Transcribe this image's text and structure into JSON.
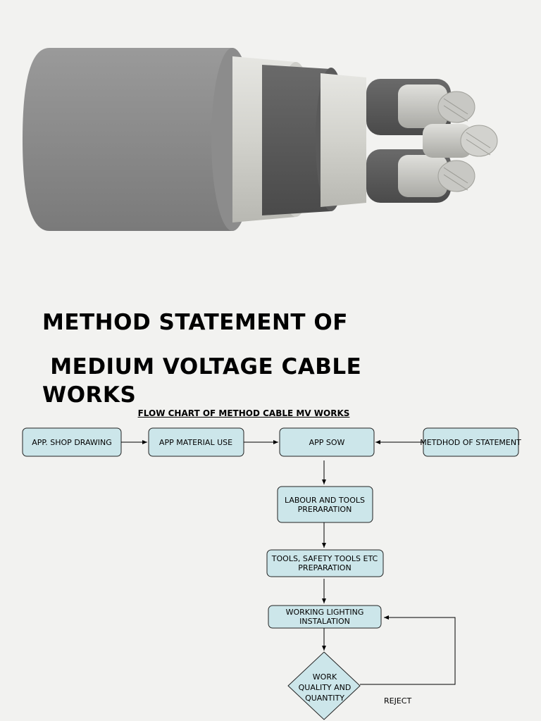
{
  "document": {
    "title_line1": "METHOD STATEMENT OF",
    "title_line2": " MEDIUM VOLTAGE CABLE",
    "title_line3": "WORKS"
  },
  "flowchart": {
    "title": "FLOW CHART OF METHOD CABLE MV  WORKS",
    "nodes": {
      "shop_drawing": "APP. SHOP DRAWING",
      "material_use": "APP MATERIAL USE",
      "app_sow": "APP SOW",
      "method_statement": "METDHOD OF STATEMENT",
      "labour_tools": [
        "LABOUR AND TOOLS",
        "PRERARATION"
      ],
      "safety_tools": [
        "TOOLS, SAFETY TOOLS ETC",
        "PREPARATION"
      ],
      "working_lighting": [
        "WORKING  LIGHTING",
        "INSTALATION"
      ],
      "work_quality": [
        "WORK",
        "QUALITY AND",
        "QUANTITY"
      ]
    },
    "reject_label": "REJECT"
  },
  "colors": {
    "box_fill": "#cce6ea",
    "background": "#f2f2f0"
  }
}
